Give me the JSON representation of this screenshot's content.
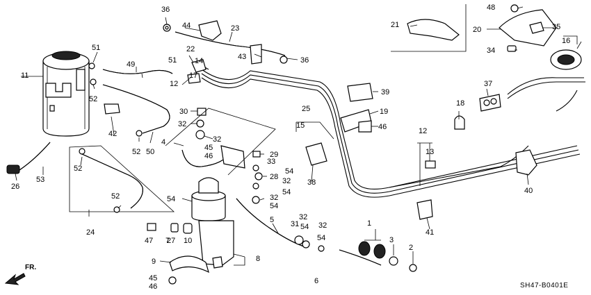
{
  "diagram_code": "SH47-B0401E",
  "front_marker": "FR.",
  "callouts": {
    "1": "1",
    "2": "2",
    "3": "3",
    "4": "4",
    "5": "5",
    "6": "6",
    "7": "7",
    "8": "8",
    "9": "9",
    "10": "10",
    "11": "11",
    "12": "12",
    "13": "13",
    "14": "14",
    "15": "15",
    "16": "16",
    "17": "17",
    "18": "18",
    "19": "19",
    "20": "20",
    "21": "21",
    "22": "22",
    "23": "23",
    "24": "24",
    "25": "25",
    "26": "26",
    "27": "27",
    "28": "28",
    "29": "29",
    "30": "30",
    "31": "31",
    "32": "32",
    "33": "33",
    "34": "34",
    "35": "35",
    "36": "36",
    "37": "37",
    "38": "38",
    "39": "39",
    "40": "40",
    "41": "41",
    "42": "42",
    "43": "43",
    "44": "44",
    "45": "45",
    "46": "46",
    "47": "47",
    "48": "48",
    "49": "49",
    "50": "50",
    "51": "51",
    "52": "52",
    "53": "53",
    "54": "54"
  }
}
